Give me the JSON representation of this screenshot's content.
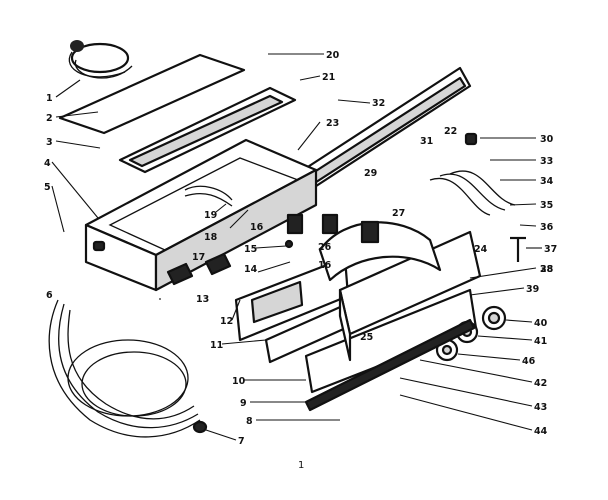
{
  "callouts": [
    {
      "id": "c1",
      "label": "1"
    },
    {
      "id": "c2",
      "label": "2"
    },
    {
      "id": "c3",
      "label": "3"
    },
    {
      "id": "c4",
      "label": "4"
    },
    {
      "id": "c5",
      "label": "5"
    },
    {
      "id": "c6",
      "label": "6"
    },
    {
      "id": "c7",
      "label": "7"
    },
    {
      "id": "c8",
      "label": "8"
    },
    {
      "id": "c9",
      "label": "9"
    },
    {
      "id": "c10",
      "label": "10"
    },
    {
      "id": "c11",
      "label": "11"
    },
    {
      "id": "c12",
      "label": "12"
    },
    {
      "id": "c13",
      "label": "13"
    },
    {
      "id": "c14",
      "label": "14"
    },
    {
      "id": "c15",
      "label": "15"
    },
    {
      "id": "c16a",
      "label": "16"
    },
    {
      "id": "c16b",
      "label": "16"
    },
    {
      "id": "c17",
      "label": "17"
    },
    {
      "id": "c18",
      "label": "18"
    },
    {
      "id": "c19",
      "label": "19"
    },
    {
      "id": "c20",
      "label": "20"
    },
    {
      "id": "c21",
      "label": "21"
    },
    {
      "id": "c22",
      "label": "22"
    },
    {
      "id": "c23",
      "label": "23"
    },
    {
      "id": "c24",
      "label": "24"
    },
    {
      "id": "c25",
      "label": "25"
    },
    {
      "id": "c26",
      "label": "26"
    },
    {
      "id": "c27",
      "label": "27"
    },
    {
      "id": "c28",
      "label": "28"
    },
    {
      "id": "c29",
      "label": "29"
    },
    {
      "id": "c30",
      "label": "30"
    },
    {
      "id": "c31",
      "label": "31"
    },
    {
      "id": "c32",
      "label": "32"
    },
    {
      "id": "c33",
      "label": "33"
    },
    {
      "id": "c34",
      "label": "34"
    },
    {
      "id": "c35",
      "label": "35"
    },
    {
      "id": "c36",
      "label": "36"
    },
    {
      "id": "c37",
      "label": "37"
    },
    {
      "id": "c38",
      "label": "38"
    },
    {
      "id": "c39",
      "label": "39"
    },
    {
      "id": "c40",
      "label": "40"
    },
    {
      "id": "c41",
      "label": "41"
    },
    {
      "id": "c42",
      "label": "42"
    },
    {
      "id": "c43",
      "label": "43"
    },
    {
      "id": "c44",
      "label": "44"
    },
    {
      "id": "c46",
      "label": "46"
    }
  ],
  "page_marker": "1"
}
